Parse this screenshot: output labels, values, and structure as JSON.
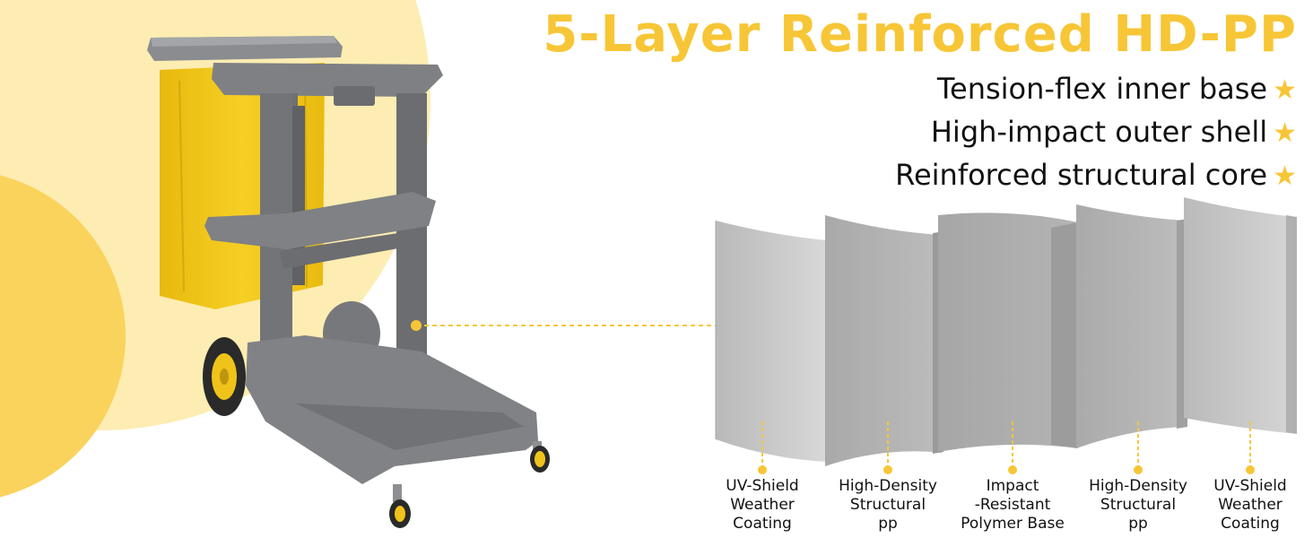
{
  "headline": "5-Layer Reinforced HD-PP",
  "features": [
    {
      "text": "Tension-flex inner base",
      "star": "★"
    },
    {
      "text": "High-impact outer shell",
      "star": "★"
    },
    {
      "text": "Reinforced structural core",
      "star": "★"
    }
  ],
  "layers": [
    {
      "lines": [
        "UV-Shield",
        "Weather",
        "Coating"
      ]
    },
    {
      "lines": [
        "High-Density",
        "Structural",
        "pp"
      ]
    },
    {
      "lines": [
        "Impact",
        "-Resistant",
        "Polymer Base"
      ]
    },
    {
      "lines": [
        "High-Density",
        "Structural",
        "pp"
      ]
    },
    {
      "lines": [
        "UV-Shield",
        "Weather",
        "Coating"
      ]
    }
  ],
  "colors": {
    "accent": "#f7c636",
    "blob_light": "#fdedb3",
    "blob_dark": "#fad35d",
    "cart_gray": "#7b7d80",
    "bag_yellow": "#f3c81a"
  }
}
